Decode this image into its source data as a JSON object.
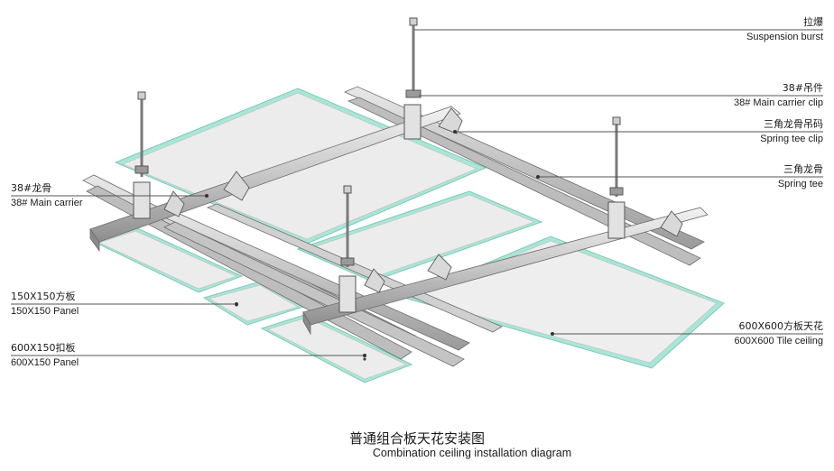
{
  "callouts": {
    "suspension_burst": {
      "cn": "拉爆",
      "en": "Suspension burst"
    },
    "main_carrier_clip": {
      "cn": "38#吊件",
      "en": "38# Main carrier clip"
    },
    "spring_tee_clip": {
      "cn": "三角龙骨吊码",
      "en": "Spring tee clip"
    },
    "spring_tee": {
      "cn": "三角龙骨",
      "en": "Spring tee"
    },
    "main_carrier": {
      "cn": "38#龙骨",
      "en": "38# Main carrier"
    },
    "panel_150": {
      "cn": "150X150方板",
      "en": "150X150 Panel"
    },
    "panel_600x150": {
      "cn": "600X150扣板",
      "en": "600X150 Panel"
    },
    "tile_ceiling": {
      "cn": "600X600方板天花",
      "en": "600X600 Tile ceiling"
    }
  },
  "caption": {
    "cn": "普通组合板天花安装图",
    "en": "Combination ceiling installation diagram"
  },
  "colors": {
    "panel_edge": "#a8e6d8",
    "panel_fill": "#ededed",
    "rail": "#cfcfcf",
    "line": "#555555"
  }
}
